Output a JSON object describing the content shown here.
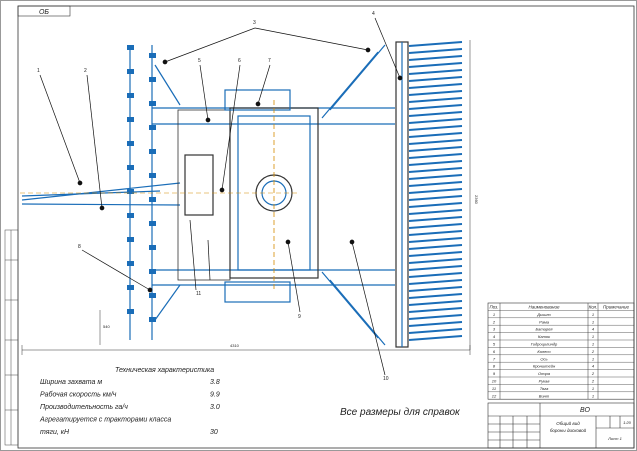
{
  "drawing": {
    "corner_code": "ОБ",
    "callouts": [
      "1",
      "2",
      "3",
      "4",
      "5",
      "6",
      "7",
      "8",
      "9",
      "10",
      "11"
    ],
    "dimensions": {
      "width": "4310",
      "height": "2360",
      "depth": "540"
    }
  },
  "specs": {
    "title": "Техническая характеристика",
    "rows": [
      {
        "label": "Ширина захвата м",
        "value": "3.8"
      },
      {
        "label": "Рабочая скорость км/ч",
        "value": "9.9"
      },
      {
        "label": "Производительность га/ч",
        "value": "3.0"
      },
      {
        "label": "Агрегатируется с тракторами класса",
        "value": ""
      },
      {
        "label": "тяги, кН",
        "value": "30"
      }
    ]
  },
  "note": "Все размеры для справок",
  "parts_list": {
    "headers": [
      "Поз.",
      "Наименование",
      "Кол.",
      "Примечание"
    ],
    "rows": [
      {
        "pos": "1",
        "name": "Дышло",
        "qty": "1",
        "note": ""
      },
      {
        "pos": "2",
        "name": "Рама",
        "qty": "1",
        "note": ""
      },
      {
        "pos": "3",
        "name": "Батарея",
        "qty": "4",
        "note": ""
      },
      {
        "pos": "4",
        "name": "Каток",
        "qty": "1",
        "note": ""
      },
      {
        "pos": "5",
        "name": "Гидроцилиндр",
        "qty": "1",
        "note": ""
      },
      {
        "pos": "6",
        "name": "Колесо",
        "qty": "2",
        "note": ""
      },
      {
        "pos": "7",
        "name": "Ось",
        "qty": "1",
        "note": ""
      },
      {
        "pos": "8",
        "name": "Кронштейн",
        "qty": "4",
        "note": ""
      },
      {
        "pos": "9",
        "name": "Опора",
        "qty": "2",
        "note": ""
      },
      {
        "pos": "10",
        "name": "Рукав",
        "qty": "2",
        "note": ""
      },
      {
        "pos": "11",
        "name": "Тяга",
        "qty": "1",
        "note": ""
      },
      {
        "pos": "12",
        "name": "Винт",
        "qty": "1",
        "note": ""
      }
    ]
  },
  "title_block": {
    "code": "ВО",
    "title_line1": "Общий вид",
    "title_line2": "бороны дисковой",
    "scale": "1:20",
    "sheet_label": "Лист 1"
  }
}
